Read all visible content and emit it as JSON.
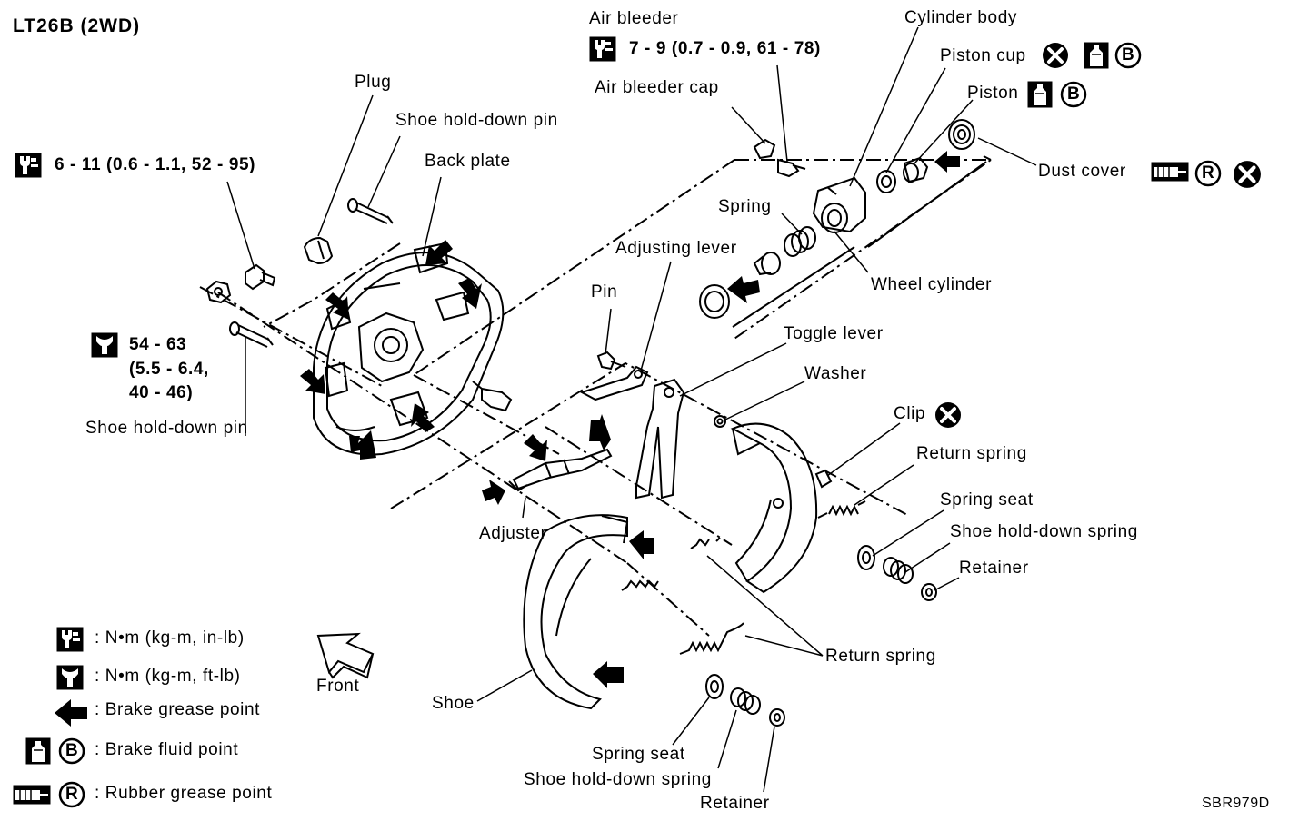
{
  "title": "LT26B (2WD)",
  "figure_code": "SBR979D",
  "labels": {
    "air_bleeder": "Air bleeder",
    "air_bleeder_torque": "7 - 9 (0.7 - 0.9, 61 - 78)",
    "air_bleeder_cap": "Air bleeder cap",
    "cylinder_body": "Cylinder body",
    "piston_cup": "Piston cup",
    "piston": "Piston",
    "dust_cover": "Dust cover",
    "plug": "Plug",
    "shoe_hold_down_pin_top": "Shoe hold-down pin",
    "back_plate": "Back plate",
    "bolt_torque": "6 - 11 (0.6 - 1.1, 52 - 95)",
    "spring": "Spring",
    "adjusting_lever": "Adjusting lever",
    "wheel_cylinder": "Wheel cylinder",
    "pin": "Pin",
    "nut_torque_line1": "54 - 63",
    "nut_torque_line2": "(5.5 - 6.4,",
    "nut_torque_line3": "40 - 46)",
    "toggle_lever": "Toggle lever",
    "washer": "Washer",
    "clip": "Clip",
    "shoe_hold_down_pin_bottom": "Shoe hold-down pin",
    "return_spring_right": "Return spring",
    "spring_seat_right": "Spring seat",
    "shoe_hold_down_spring_right": "Shoe hold-down spring",
    "retainer_right": "Retainer",
    "adjuster": "Adjuster",
    "return_spring_bottom": "Return spring",
    "shoe": "Shoe",
    "spring_seat_bottom": "Spring seat",
    "shoe_hold_down_spring_bottom": "Shoe hold-down spring",
    "retainer_bottom": "Retainer",
    "front": "Front"
  },
  "symbol_letters": {
    "brake_fluid": "B",
    "rubber_grease": "R"
  },
  "legend": [
    {
      "icon": "torque-wrench-icon",
      "text": ": N•m (kg-m, in-lb)"
    },
    {
      "icon": "torque-wrench-open-icon",
      "text": ": N•m (kg-m, ft-lb)"
    },
    {
      "icon": "grease-arrow-icon",
      "text": ": Brake grease point"
    },
    {
      "icon": "brake-fluid-icon",
      "text": ": Brake fluid point"
    },
    {
      "icon": "rubber-grease-icon",
      "text": ": Rubber grease point"
    }
  ]
}
